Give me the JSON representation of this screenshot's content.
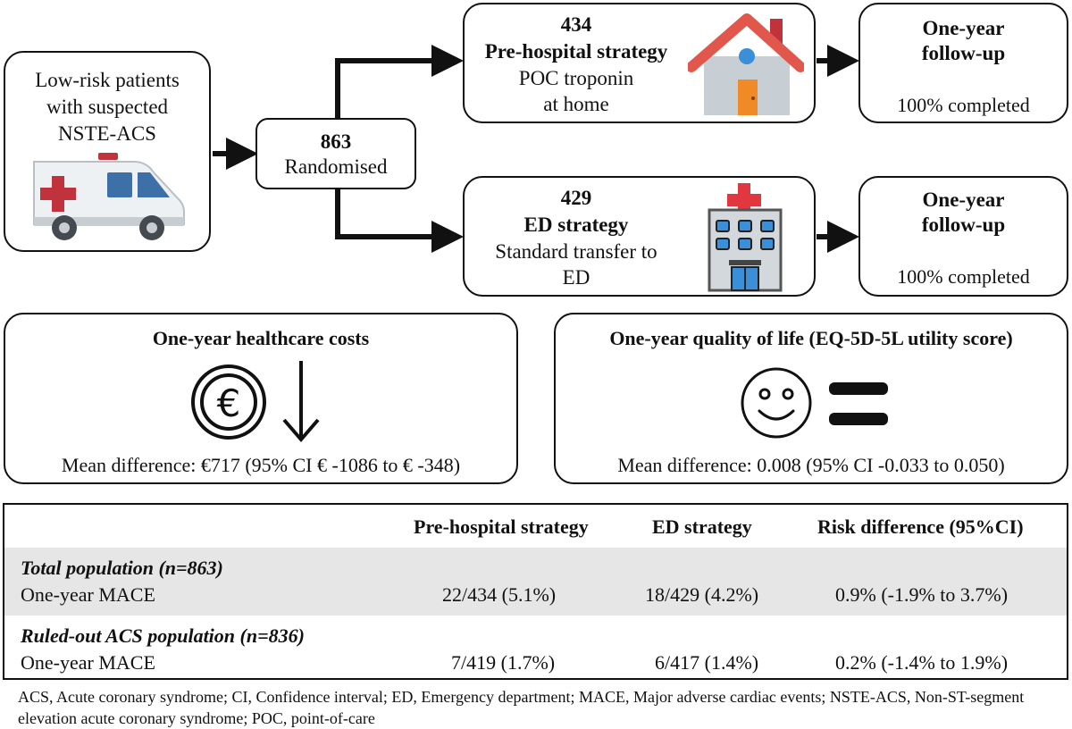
{
  "patients_box": {
    "line1": "Low-risk patients",
    "line2": "with suspected",
    "line3": "NSTE-ACS"
  },
  "randomised_box": {
    "count": "863",
    "label": "Randomised"
  },
  "prehospital_box": {
    "count": "434",
    "title": "Pre-hospital strategy",
    "line1": "POC troponin",
    "line2": "at home"
  },
  "ed_box": {
    "count": "429",
    "title": "ED strategy",
    "line1": "Standard transfer to",
    "line2": "ED"
  },
  "followup_top": {
    "title1": "One-year",
    "title2": "follow-up",
    "status": "100% completed"
  },
  "followup_bottom": {
    "title1": "One-year",
    "title2": "follow-up",
    "status": "100% completed"
  },
  "costs_box": {
    "title": "One-year healthcare costs",
    "mean": "Mean difference: €717 (95% CI € -1086 to € -348)"
  },
  "qol_box": {
    "title": "One-year quality of life (EQ-5D-5L utility score)",
    "mean": "Mean difference: 0.008 (95% CI -0.033 to 0.050)"
  },
  "table": {
    "headers": [
      "Pre-hospital strategy",
      "ED strategy",
      "Risk difference (95%CI)"
    ],
    "rows": [
      {
        "group": "Total population (n=863)",
        "outcome": "One-year MACE",
        "prehospital": "22/434 (5.1%)",
        "ed": "18/429 (4.2%)",
        "risk": "0.9% (-1.9% to 3.7%)"
      },
      {
        "group": "Ruled-out ACS population (n=836)",
        "outcome": "One-year MACE",
        "prehospital": "7/419 (1.7%)",
        "ed": "6/417 (1.4%)",
        "risk": "0.2% (-1.4% to 1.9%)"
      }
    ]
  },
  "footnote": "ACS, Acute coronary syndrome; CI, Confidence interval; ED, Emergency department; MACE, Major adverse cardiac events; NSTE-ACS, Non-ST-segment elevation acute coronary syndrome; POC, point-of-care",
  "icons": [
    "ambulance-icon",
    "house-icon",
    "hospital-icon",
    "euro-coin-icon",
    "down-arrow-icon",
    "smiley-icon",
    "equals-icon"
  ],
  "colors": {
    "ambulance_cross": "#c0323c",
    "house_roof": "#e2574c",
    "hospital_cross": "#e0383e",
    "window_blue": "#3a8fd8",
    "table_band": "#e6e6e6"
  }
}
